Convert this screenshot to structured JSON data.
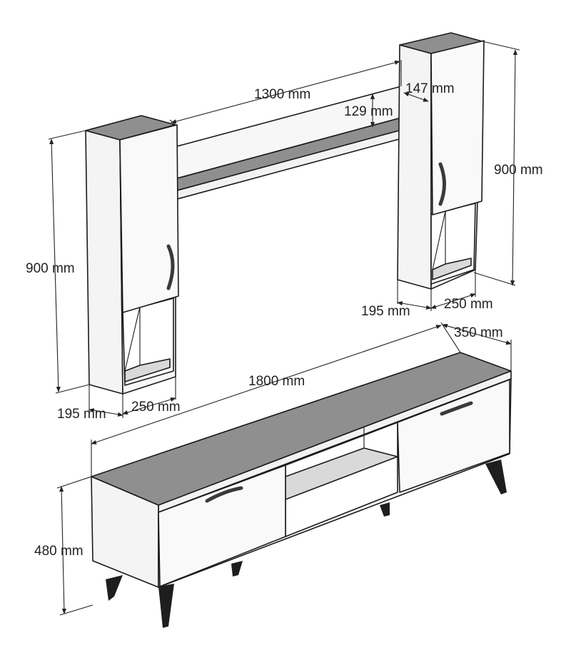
{
  "colors": {
    "panel": "#f7f7f7",
    "side": "#ededed",
    "top": "#8f8f8f",
    "inner": "#d9d9d9",
    "leg": "#1e1e1e",
    "handle": "#3a3a3a",
    "line": "#1a1a1a"
  },
  "dimensions": {
    "shelf_width": "1300 mm",
    "shelf_depth": "147 mm",
    "shelf_height": "129 mm",
    "left_cabinet_height": "900 mm",
    "right_cabinet_height": "900 mm",
    "left_cabinet_depth": "195 mm",
    "left_cabinet_width": "250 mm",
    "right_cabinet_depth": "195 mm",
    "right_cabinet_width": "250 mm",
    "tv_unit_width": "1800 mm",
    "tv_unit_depth": "350 mm",
    "tv_unit_height": "480 mm"
  },
  "icons": [
    "door-handle-icon",
    "furniture-leg-icon"
  ]
}
